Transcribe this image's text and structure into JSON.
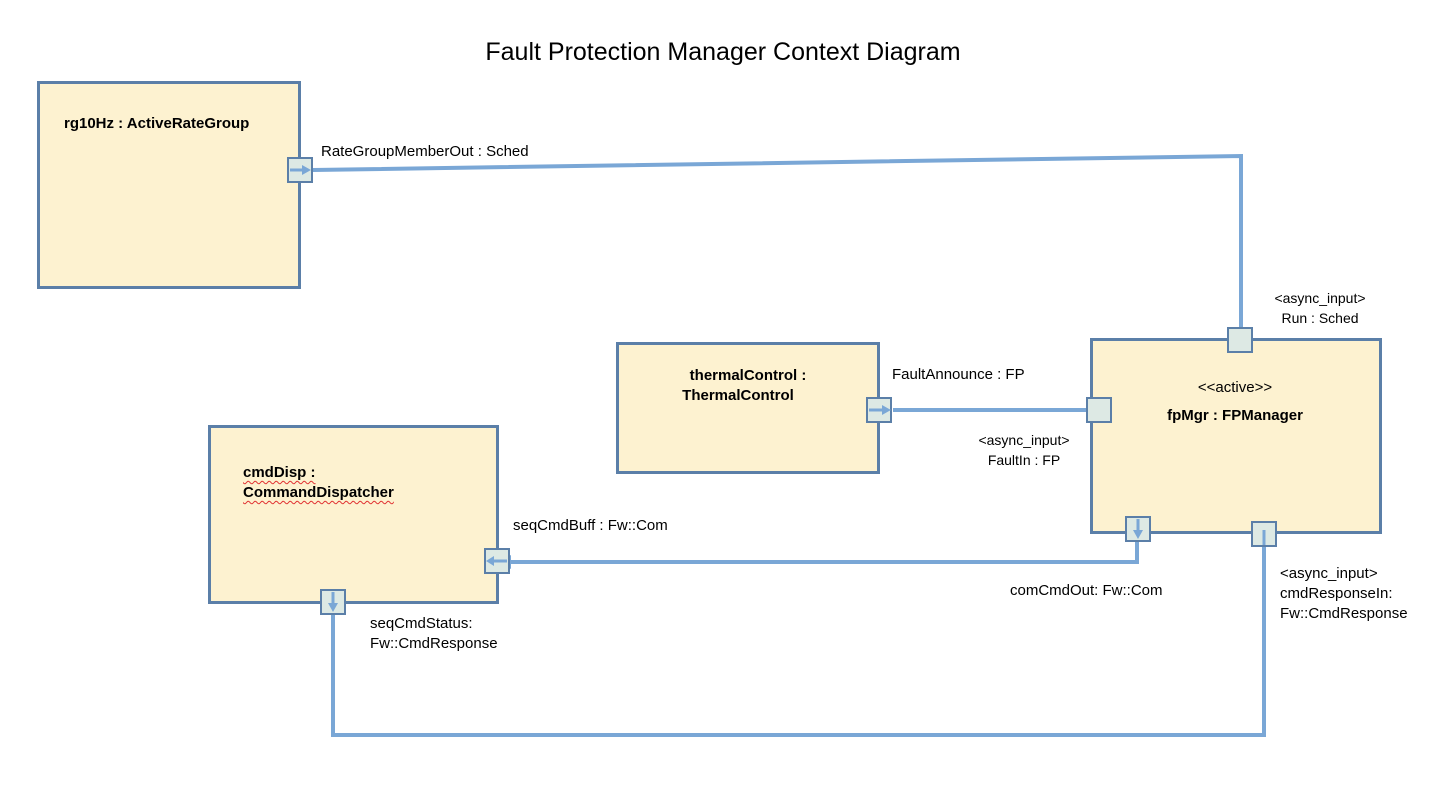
{
  "title": "Fault Protection Manager Context Diagram",
  "components": {
    "rg10hz": {
      "name": "rg10Hz : ActiveRateGroup"
    },
    "thermal": {
      "line1": "thermalControl :",
      "line2": "ThermalControl"
    },
    "cmddisp": {
      "line1": "cmdDisp :",
      "line2": "CommandDispatcher"
    },
    "fpmgr": {
      "stereotype": "<<active>>",
      "name": "fpMgr : FPManager"
    }
  },
  "ports": {
    "rate_group_member_out": "RateGroupMemberOut : Sched",
    "run": {
      "stereotype": "<async_input>",
      "name": "Run : Sched"
    },
    "fault_announce": "FaultAnnounce : FP",
    "fault_in": {
      "stereotype": "<async_input>",
      "name": "FaultIn : FP"
    },
    "seq_cmd_buff": "seqCmdBuff : Fw::Com",
    "com_cmd_out": "comCmdOut: Fw::Com",
    "seq_cmd_status": {
      "line1": "seqCmdStatus:",
      "line2": "Fw::CmdResponse"
    },
    "cmd_response_in": {
      "stereotype": "<async_input>",
      "line1": "cmdResponseIn:",
      "line2": "Fw::CmdResponse"
    }
  },
  "colors": {
    "box_fill": "#fdf2d0",
    "box_border": "#5b7fa8",
    "port_fill": "#dde9e4",
    "wire": "#7aa7d6"
  }
}
